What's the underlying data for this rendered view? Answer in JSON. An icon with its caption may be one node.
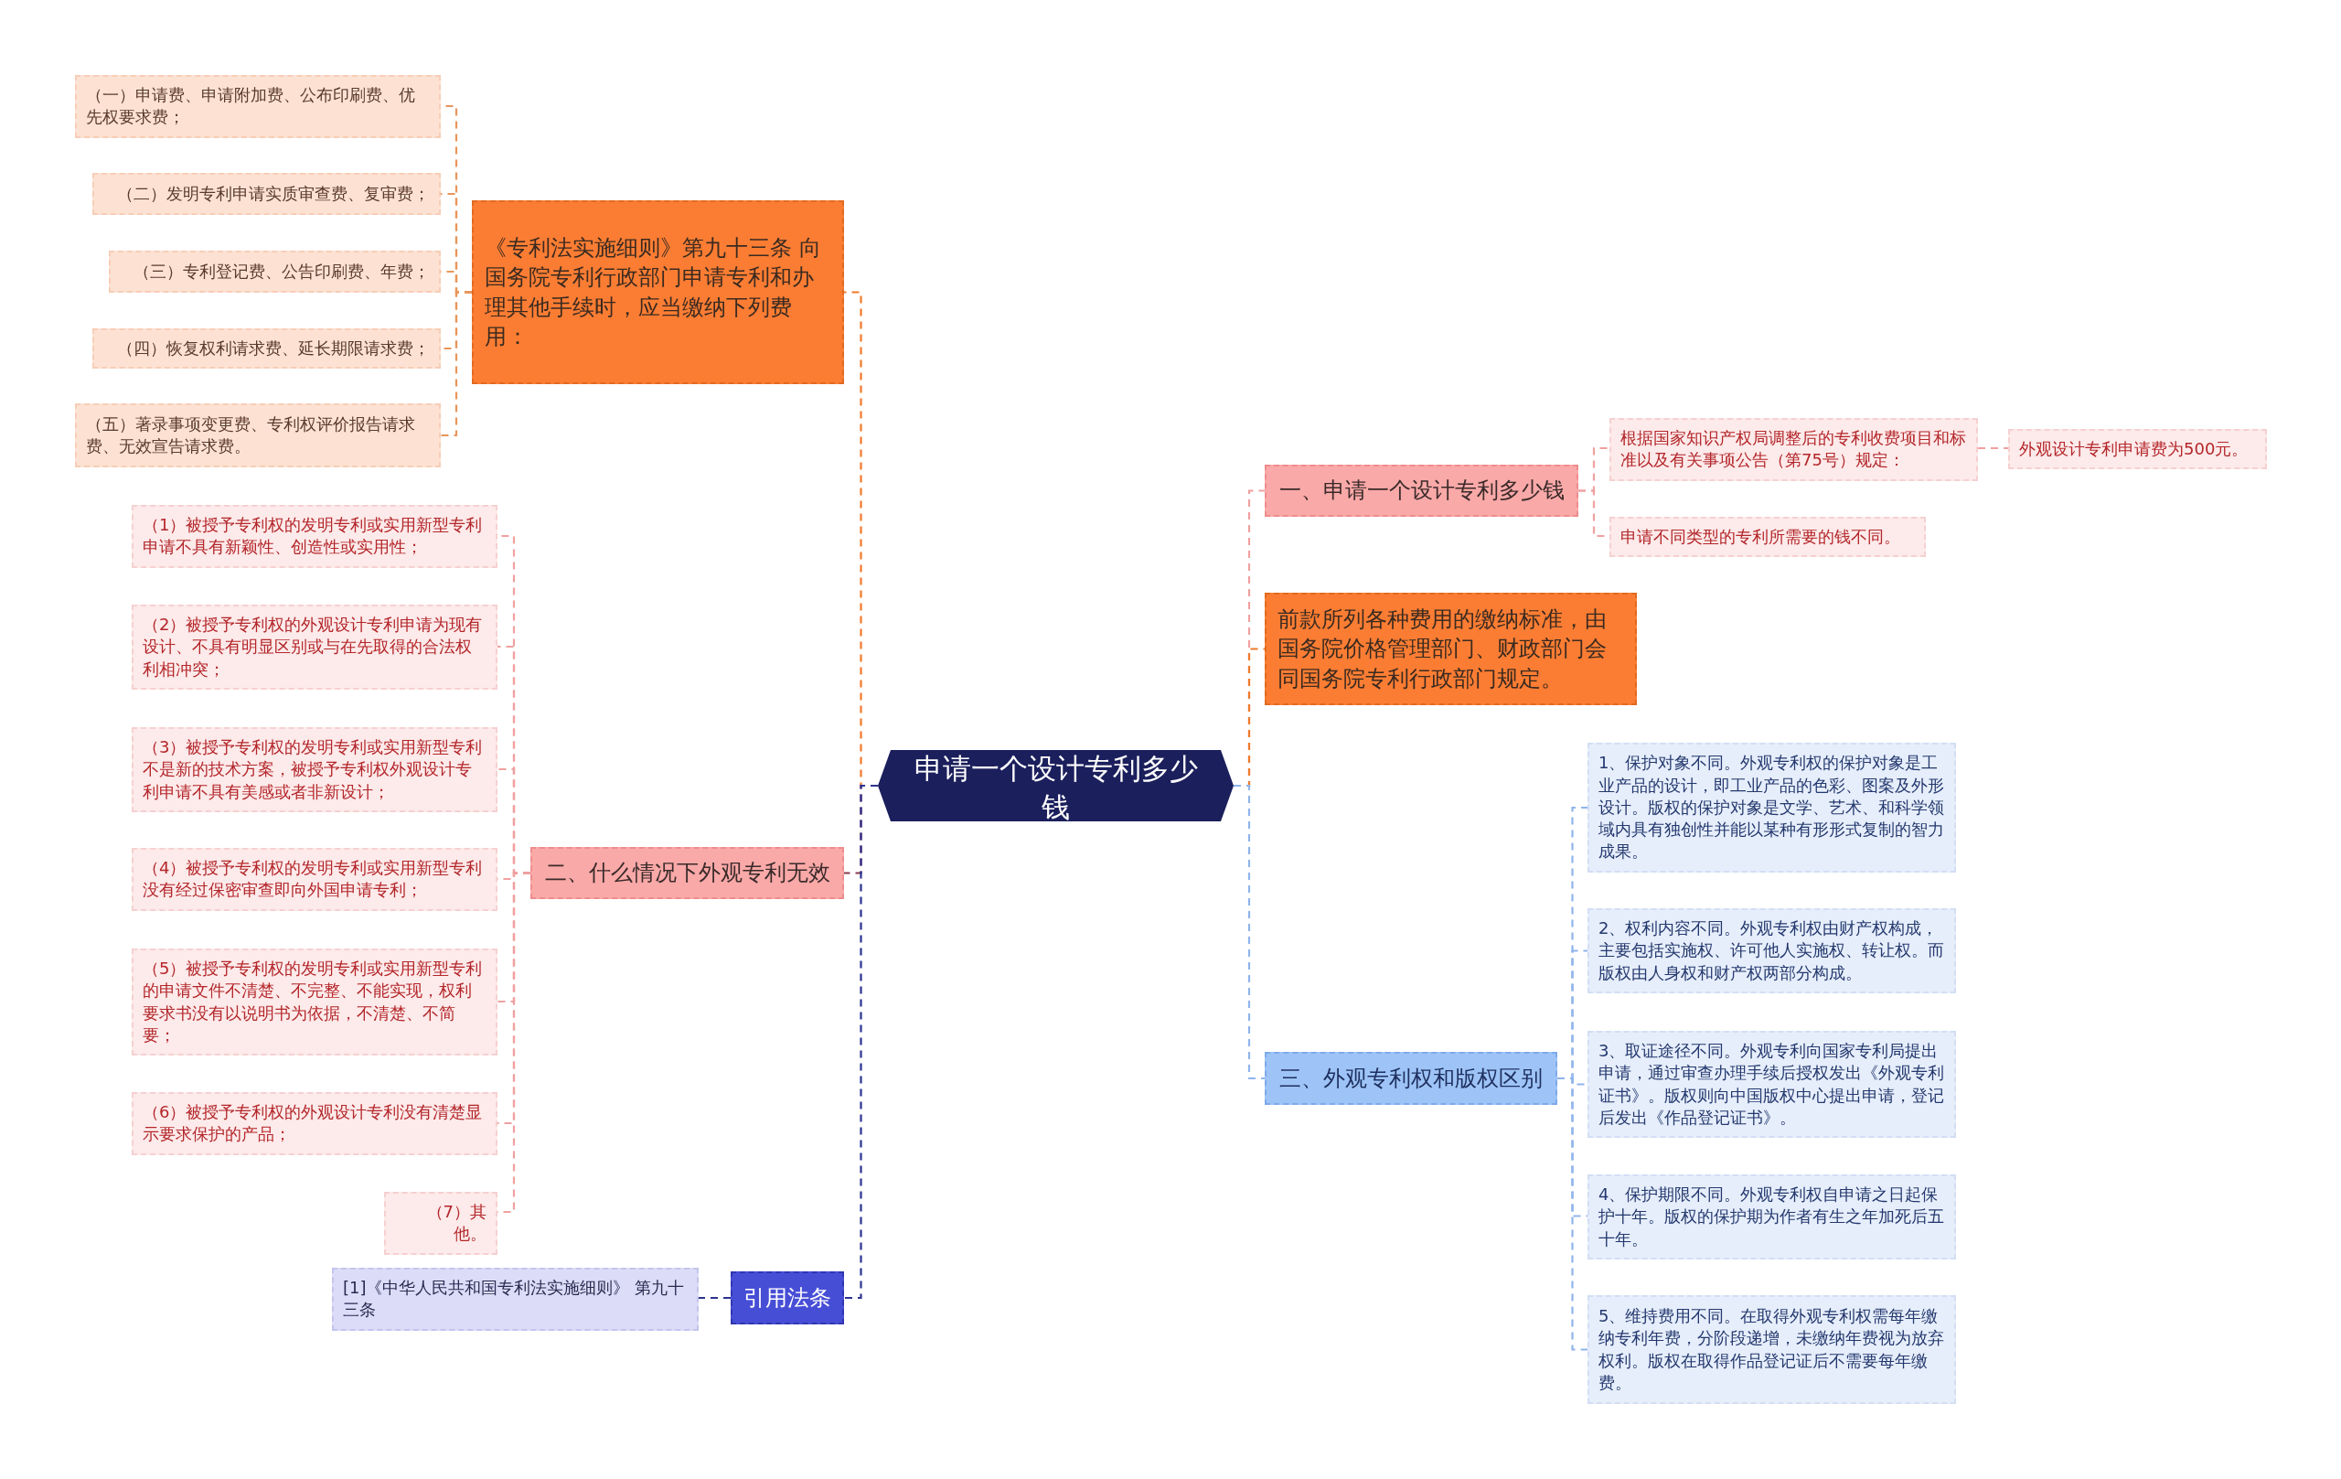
{
  "diagram": {
    "nodes": [
      {
        "text": [
          "申请一个设计专利多少钱"
        ]
      },
      {
        "text": [
          "《专利法实施细则》第九十三条 向国务院专利行政部门申请专利和办理其他手续时，应当缴纳下列费用："
        ]
      },
      {
        "text": [
          "（一）申请费、申请附加费、公布印刷费、优先权要求费；"
        ]
      },
      {
        "text": [
          "（二）发明专利申请实质审查费、复审费；"
        ]
      },
      {
        "text": [
          "（三）专利登记费、公告印刷费、年费；"
        ]
      },
      {
        "text": [
          "（四）恢复权利请求费、延长期限请求费；"
        ]
      },
      {
        "text": [
          "（五）著录事项变更费、专利权评价报告请求费、无效宣告请求费。"
        ]
      },
      {
        "text": [
          "二、什么情况下外观专利无效"
        ]
      },
      {
        "text": [
          "（1）被授予专利权的发明专利或实用新型专利申请不具有新颖性、创造性或实用性；"
        ]
      },
      {
        "text": [
          "（2）被授予专利权的外观设计专利申请为现有设计、不具有明显区别或与在先取得的合法权利相冲突；"
        ]
      },
      {
        "text": [
          "（3）被授予专利权的发明专利或实用新型专利不是新的技术方案，被授予专利权外观设计专利申请不具有美感或者非新设计；"
        ]
      },
      {
        "text": [
          "（4）被授予专利权的发明专利或实用新型专利没有经过保密审查即向外国申请专利；"
        ]
      },
      {
        "text": [
          "（5）被授予专利权的发明专利或实用新型专利的申请文件不清楚、不完整、不能实现，权利要求书没有以说明书为依据，不清楚、不简要；"
        ]
      },
      {
        "text": [
          "（6）被授予专利权的外观设计专利没有清楚显示要求保护的产品；"
        ]
      },
      {
        "text": [
          "（7）其他。"
        ]
      },
      {
        "text": [
          "引用法条"
        ]
      },
      {
        "text": [
          "[1]《中华人民共和国专利法实施细则》 第九十三条"
        ]
      },
      {
        "text": [
          "一、申请一个设计专利多少钱"
        ]
      },
      {
        "text": [
          "根据国家知识产权局调整后的专利收费项目和标准以及有关事项公告（第75号）规定："
        ]
      },
      {
        "text": [
          "外观设计专利申请费为500元。"
        ]
      },
      {
        "text": [
          "申请不同类型的专利所需要的钱不同。"
        ]
      },
      {
        "text": [
          "前款所列各种费用的缴纳标准，由国务院价格管理部门、财政部门会同国务院专利行政部门规定。"
        ]
      },
      {
        "text": [
          "三、外观专利权和版权区别"
        ]
      },
      {
        "text": [
          "1、保护对象不同。外观专利权的保护对象是工业产品的设计，即工业产品的色彩、图案及外形设计。版权的保护对象是文学、艺术、和科学领域内具有独创性并能以某种有形形式复制的智力成果。"
        ]
      },
      {
        "text": [
          "2、权利内容不同。外观专利权由财产权构成，主要包括实施权、许可他人实施权、转让权。而版权由人身权和财产权两部分构成。"
        ]
      },
      {
        "text": [
          "3、取证途径不同。外观专利向国家专利局提出申请，通过审查办理手续后授权发出《外观专利证书》。版权则向中国版权中心提出申请，登记后发出《作品登记证书》。"
        ]
      },
      {
        "text": [
          "4、保护期限不同。外观专利权自申请之日起保护十年。版权的保护期为作者有生之年加死后五十年。"
        ]
      },
      {
        "text": [
          "5、维持费用不同。在取得外观专利权需每年缴纳专利年费，分阶段递增，未缴纳年费视为放弃权利。版权在取得作品登记证后不需要每年缴费。"
        ]
      }
    ],
    "edges": [
      {
        "from": 0,
        "to": 1,
        "arrow": "none",
        "color": "#f07a2c"
      },
      {
        "from": 1,
        "to": 2,
        "arrow": "none",
        "color": "#e8955a"
      },
      {
        "from": 1,
        "to": 3,
        "arrow": "none",
        "color": "#e8955a"
      },
      {
        "from": 1,
        "to": 4,
        "arrow": "none",
        "color": "#e8955a"
      },
      {
        "from": 1,
        "to": 5,
        "arrow": "none",
        "color": "#e8955a"
      },
      {
        "from": 1,
        "to": 6,
        "arrow": "none",
        "color": "#e8955a"
      },
      {
        "from": 0,
        "to": 7,
        "arrow": "none",
        "color": "#8a3a4a"
      },
      {
        "from": 7,
        "to": 8,
        "arrow": "none",
        "color": "#f0a0a0"
      },
      {
        "from": 7,
        "to": 9,
        "arrow": "none",
        "color": "#f0a0a0"
      },
      {
        "from": 7,
        "to": 10,
        "arrow": "none",
        "color": "#f0a0a0"
      },
      {
        "from": 7,
        "to": 11,
        "arrow": "none",
        "color": "#f0a0a0"
      },
      {
        "from": 7,
        "to": 12,
        "arrow": "none",
        "color": "#f0a0a0"
      },
      {
        "from": 7,
        "to": 13,
        "arrow": "none",
        "color": "#f0a0a0"
      },
      {
        "from": 7,
        "to": 14,
        "arrow": "none",
        "color": "#f0a0a0"
      },
      {
        "from": 0,
        "to": 15,
        "arrow": "none",
        "color": "#2b3390"
      },
      {
        "from": 15,
        "to": 16,
        "arrow": "none",
        "color": "#2b3390"
      },
      {
        "from": 0,
        "to": 17,
        "arrow": "none",
        "color": "#f0a0a0"
      },
      {
        "from": 17,
        "to": 18,
        "arrow": "none",
        "color": "#f0a0a0"
      },
      {
        "from": 18,
        "to": 19,
        "arrow": "none",
        "color": "#f0a0a0"
      },
      {
        "from": 17,
        "to": 20,
        "arrow": "none",
        "color": "#f0a0a0"
      },
      {
        "from": 0,
        "to": 21,
        "arrow": "none",
        "color": "#f07a2c"
      },
      {
        "from": 0,
        "to": 22,
        "arrow": "none",
        "color": "#8fb4ec"
      },
      {
        "from": 22,
        "to": 23,
        "arrow": "none",
        "color": "#8fb4ec"
      },
      {
        "from": 22,
        "to": 24,
        "arrow": "none",
        "color": "#8fb4ec"
      },
      {
        "from": 22,
        "to": 25,
        "arrow": "none",
        "color": "#8fb4ec"
      },
      {
        "from": 22,
        "to": 26,
        "arrow": "none",
        "color": "#8fb4ec"
      },
      {
        "from": 22,
        "to": 27,
        "arrow": "none",
        "color": "#8fb4ec"
      }
    ]
  }
}
